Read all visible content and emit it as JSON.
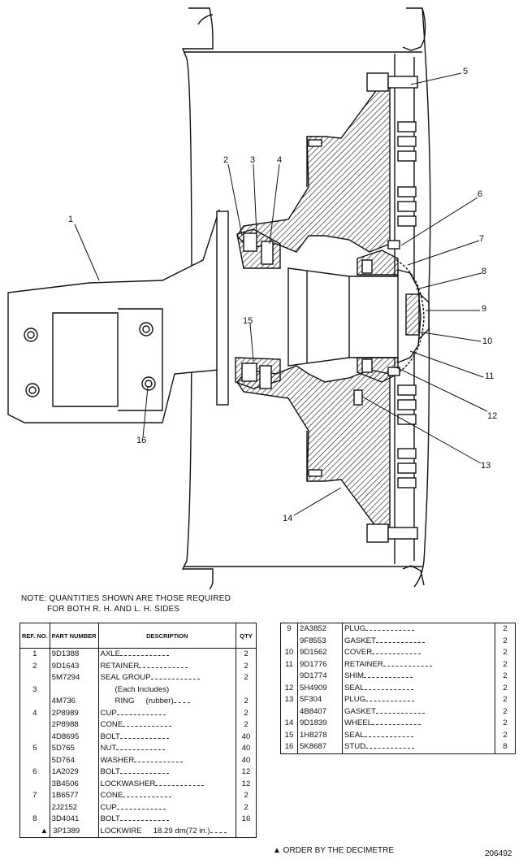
{
  "drawing": {
    "callouts": [
      "1",
      "2",
      "3",
      "4",
      "5",
      "6",
      "7",
      "8",
      "9",
      "10",
      "11",
      "12",
      "13",
      "14",
      "15",
      "16"
    ]
  },
  "note": {
    "line1": "NOTE: QUANTITIES SHOWN ARE THOSE REQUIRED",
    "line2": "FOR BOTH R. H. AND L. H. SIDES"
  },
  "table_headers": {
    "ref": "REF. NO.",
    "part": "PART NUMBER",
    "desc": "DESCRIPTION",
    "qty": "QTY"
  },
  "left_rows": [
    {
      "ref": "1",
      "part": "9D1388",
      "desc": "AXLE",
      "qty": "2"
    },
    {
      "ref": "2",
      "part": "9D1643",
      "desc": "RETAINER",
      "qty": "2"
    },
    {
      "ref": "",
      "part": "5M7294",
      "desc": "SEAL GROUP",
      "qty": "2"
    },
    {
      "ref": "3",
      "part": "",
      "desc": "(Each Includes)",
      "qty": ""
    },
    {
      "ref": "",
      "part": "4M736",
      "desc": "RING",
      "desc2": "(rubber)",
      "qty": "2"
    },
    {
      "ref": "4",
      "part": "2P8989",
      "desc": "CUP",
      "qty": "2"
    },
    {
      "ref": "",
      "part": "2P8988",
      "desc": "CONE",
      "qty": "2"
    },
    {
      "ref": "",
      "part": "4D8695",
      "desc": "BOLT",
      "qty": "40"
    },
    {
      "ref": "5",
      "part": "5D765",
      "desc": "NUT",
      "qty": "40"
    },
    {
      "ref": "",
      "part": "5D764",
      "desc": "WASHER",
      "qty": "40"
    },
    {
      "ref": "6",
      "part": "1A2029",
      "desc": "BOLT",
      "qty": "12"
    },
    {
      "ref": "",
      "part": "3B4506",
      "desc": "LOCKWASHER",
      "qty": "12"
    },
    {
      "ref": "7",
      "part": "1B6577",
      "desc": "CONE",
      "qty": "2"
    },
    {
      "ref": "",
      "part": "2J2152",
      "desc": "CUP",
      "qty": "2"
    },
    {
      "ref": "8",
      "part": "3D4041",
      "desc": "BOLT",
      "qty": "16"
    },
    {
      "ref": "",
      "part": "3P1389",
      "desc": "LOCKWIRE",
      "desc2": "18.29 dm(72 in.)",
      "qty": "",
      "mark": "▲"
    }
  ],
  "right_rows": [
    {
      "ref": "9",
      "part": "2A3852",
      "desc": "PLUG",
      "qty": "2"
    },
    {
      "ref": "",
      "part": "9F8553",
      "desc": "GASKET",
      "qty": "2"
    },
    {
      "ref": "10",
      "part": "9D1562",
      "desc": "COVER",
      "qty": "2"
    },
    {
      "ref": "11",
      "part": "9D1776",
      "desc": "RETAINER",
      "qty": "2"
    },
    {
      "ref": "",
      "part": "9D1774",
      "desc": "SHIM",
      "qty": "2"
    },
    {
      "ref": "12",
      "part": "5H4909",
      "desc": "SEAL",
      "qty": "2"
    },
    {
      "ref": "13",
      "part": "5F304",
      "desc": "PLUG",
      "qty": "2"
    },
    {
      "ref": "",
      "part": "4B8407",
      "desc": "GASKET",
      "qty": "2"
    },
    {
      "ref": "14",
      "part": "9D1839",
      "desc": "WHEEL",
      "qty": "2"
    },
    {
      "ref": "15",
      "part": "1H8278",
      "desc": "SEAL",
      "qty": "2"
    },
    {
      "ref": "16",
      "part": "5K8687",
      "desc": "STUD",
      "qty": "8"
    }
  ],
  "footer": {
    "order_note": "▲ ORDER BY THE DECIMETRE",
    "drawing_number": "206492"
  }
}
